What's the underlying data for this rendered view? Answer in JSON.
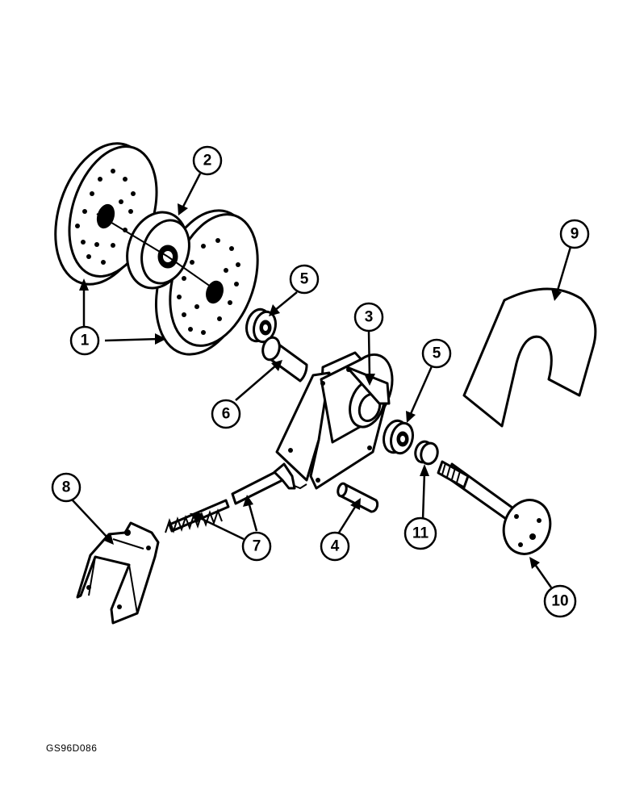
{
  "figure_code": "GS96D086",
  "callouts": {
    "c1": "1",
    "c2": "2",
    "c3": "3",
    "c4": "4",
    "c5a": "5",
    "c5b": "5",
    "c6": "6",
    "c7": "7",
    "c8": "8",
    "c9": "9",
    "c10": "10",
    "c11": "11"
  }
}
